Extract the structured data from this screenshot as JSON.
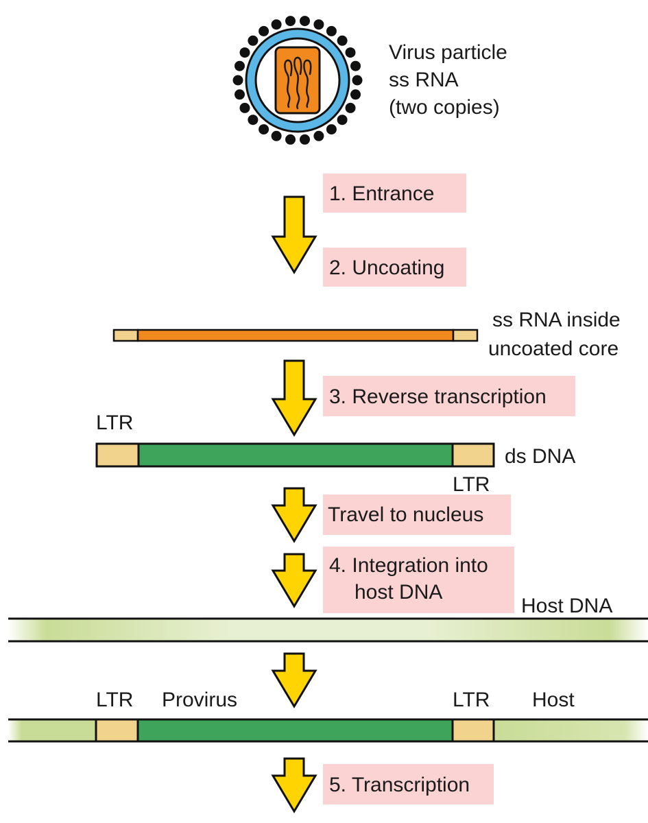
{
  "virus": {
    "label_lines": [
      "Virus particle",
      "ss RNA",
      "(two copies)"
    ],
    "colors": {
      "envelope": "#5bb8e6",
      "spikes": "#111111",
      "core": "#f2891f",
      "rna": "#1a1a1a"
    }
  },
  "steps": {
    "entrance": "1. Entrance",
    "uncoating": "2. Uncoating",
    "reverse_transcription": "3. Reverse transcription",
    "travel": "Travel to nucleus",
    "integration_line1": "4. Integration into",
    "integration_line2": "host DNA",
    "transcription": "5. Transcription"
  },
  "labels": {
    "ss_rna_line1": "ss RNA inside",
    "ss_rna_line2": "uncoated core",
    "ds_dna": "ds DNA",
    "ltr": "LTR",
    "host_dna": "Host DNA",
    "provirus": "Provirus",
    "host": "Host"
  },
  "colors": {
    "arrow": "#ffd400",
    "step_box": "#fbd3d3",
    "rna_strand": "#f2891f",
    "ltr_block": "#f2d38d",
    "dna_strand": "#3fa45b",
    "host_dna": "#c9dc97"
  }
}
